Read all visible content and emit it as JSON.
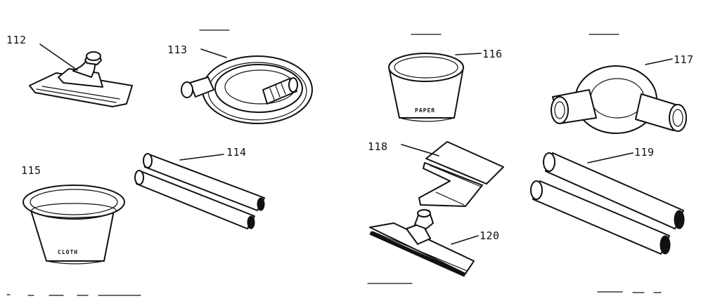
{
  "parts": [
    {
      "id": "floor-nozzle",
      "callout": "112"
    },
    {
      "id": "hose",
      "callout": "113"
    },
    {
      "id": "extension-wands-a",
      "callout": "114"
    },
    {
      "id": "cloth-filter",
      "callout": "115",
      "stamp": "CLOTH"
    },
    {
      "id": "paper-filter",
      "callout": "116",
      "stamp": "PAPER"
    },
    {
      "id": "hose-b",
      "callout": "117"
    },
    {
      "id": "utility-nozzle",
      "callout": "118"
    },
    {
      "id": "extension-wands-b",
      "callout": "119"
    },
    {
      "id": "floor-brush",
      "callout": "120"
    }
  ],
  "colors": {
    "ink": "#111111",
    "paper": "#ffffff"
  }
}
